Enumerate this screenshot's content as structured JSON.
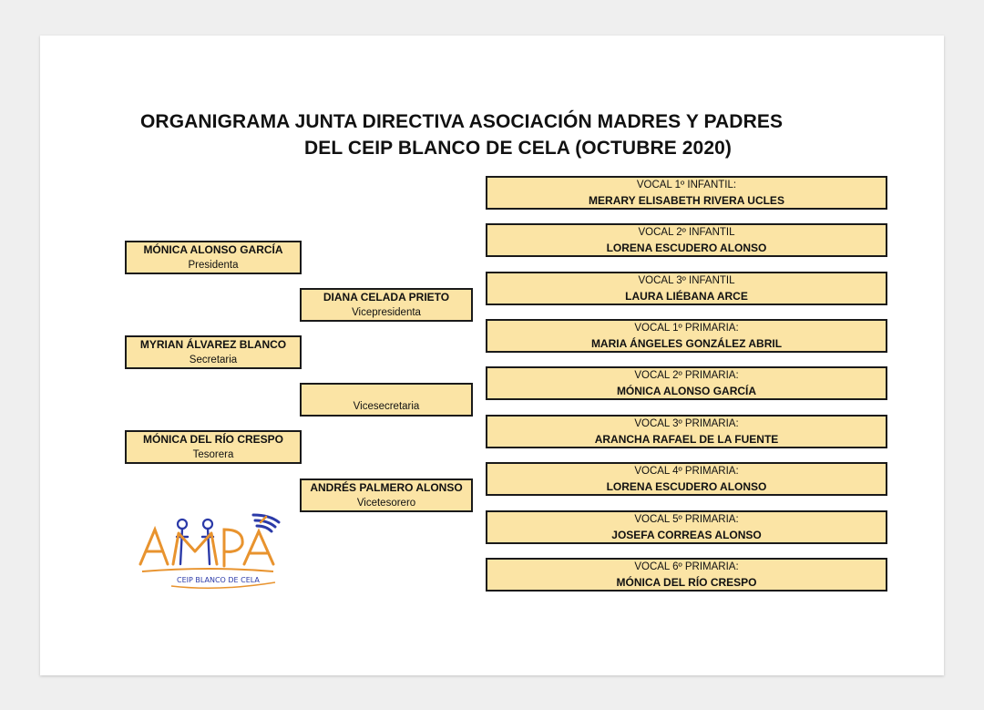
{
  "document": {
    "title_line1": "ORGANIGRAMA JUNTA DIRECTIVA ASOCIACIÓN MADRES Y PADRES",
    "title_line2": "DEL CEIP BLANCO DE CELA (OCTUBRE 2020)"
  },
  "board": {
    "presidenta": {
      "name": "MÓNICA ALONSO GARCÍA",
      "role": "Presidenta"
    },
    "vicepresidenta": {
      "name": "DIANA CELADA PRIETO",
      "role": "Vicepresidenta"
    },
    "secretaria": {
      "name": "MYRIAN ÁLVAREZ BLANCO",
      "role": "Secretaria"
    },
    "vicesecretaria": {
      "name": "",
      "role": "Vicesecretaria"
    },
    "tesorera": {
      "name": "MÓNICA DEL RÍO CRESPO",
      "role": "Tesorera"
    },
    "vicetesorero": {
      "name": "ANDRÉS PALMERO ALONSO",
      "role": "Vicetesorero"
    }
  },
  "vocales": [
    {
      "role": "VOCAL 1º INFANTIL:",
      "name": "MERARY ELISABETH RIVERA UCLES"
    },
    {
      "role": "VOCAL 2º INFANTIL",
      "name": "LORENA ESCUDERO ALONSO"
    },
    {
      "role": "VOCAL 3º INFANTIL",
      "name": "LAURA LIÉBANA ARCE"
    },
    {
      "role": "VOCAL 1º PRIMARIA:",
      "name": "MARIA ÁNGELES GONZÁLEZ ABRIL"
    },
    {
      "role": "VOCAL 2º PRIMARIA:",
      "name": "MÓNICA ALONSO GARCÍA"
    },
    {
      "role": "VOCAL 3º PRIMARIA:",
      "name": "ARANCHA RAFAEL DE LA FUENTE"
    },
    {
      "role": "VOCAL 4º PRIMARIA:",
      "name": "LORENA ESCUDERO ALONSO"
    },
    {
      "role": "VOCAL 5º PRIMARIA:",
      "name": "JOSEFA CORREAS ALONSO"
    },
    {
      "role": "VOCAL 6º PRIMARIA:",
      "name": "MÓNICA DEL RÍO CRESPO"
    }
  ],
  "logo": {
    "text": "AMPA",
    "subtitle": "CEIP BLANCO DE CELA",
    "colors": {
      "orange": "#e8932e",
      "blue": "#2b3aa8"
    }
  },
  "colors": {
    "box_fill": "#fbe4a5",
    "box_border": "#1a1a1a",
    "page": "#ffffff",
    "background": "#efefef"
  }
}
